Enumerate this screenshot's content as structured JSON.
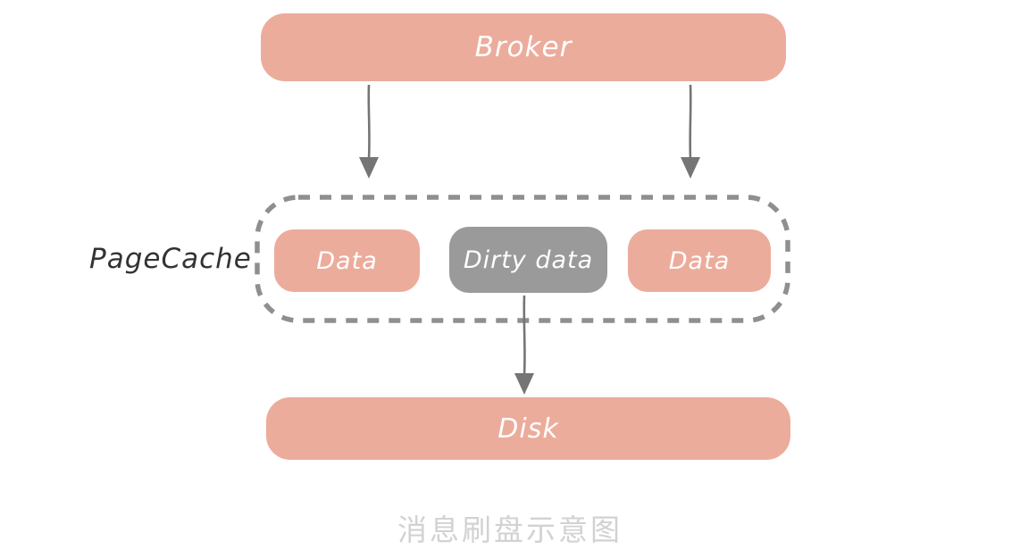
{
  "diagram": {
    "caption": "消息刷盘示意图",
    "broker": {
      "label": "Broker"
    },
    "pagecache": {
      "label": "PageCache",
      "items": [
        {
          "label": "Data",
          "type": "clean"
        },
        {
          "label": "Dirty data",
          "type": "dirty"
        },
        {
          "label": "Data",
          "type": "clean"
        }
      ]
    },
    "disk": {
      "label": "Disk"
    },
    "arrows": [
      {
        "name": "broker-to-pagecache-left",
        "direction": "down"
      },
      {
        "name": "broker-to-pagecache-right",
        "direction": "down"
      },
      {
        "name": "dirty-data-to-disk",
        "direction": "down"
      }
    ],
    "colors": {
      "background": "#FFFFFF",
      "node_fill": "#ECAC9C",
      "dirty_fill": "#9A9A9A",
      "node_text": "#FFFFFF",
      "dashed_border": "#8F8F8F",
      "arrow": "#757575",
      "label_text": "#333333",
      "caption_text": "#D2D2D2"
    }
  }
}
